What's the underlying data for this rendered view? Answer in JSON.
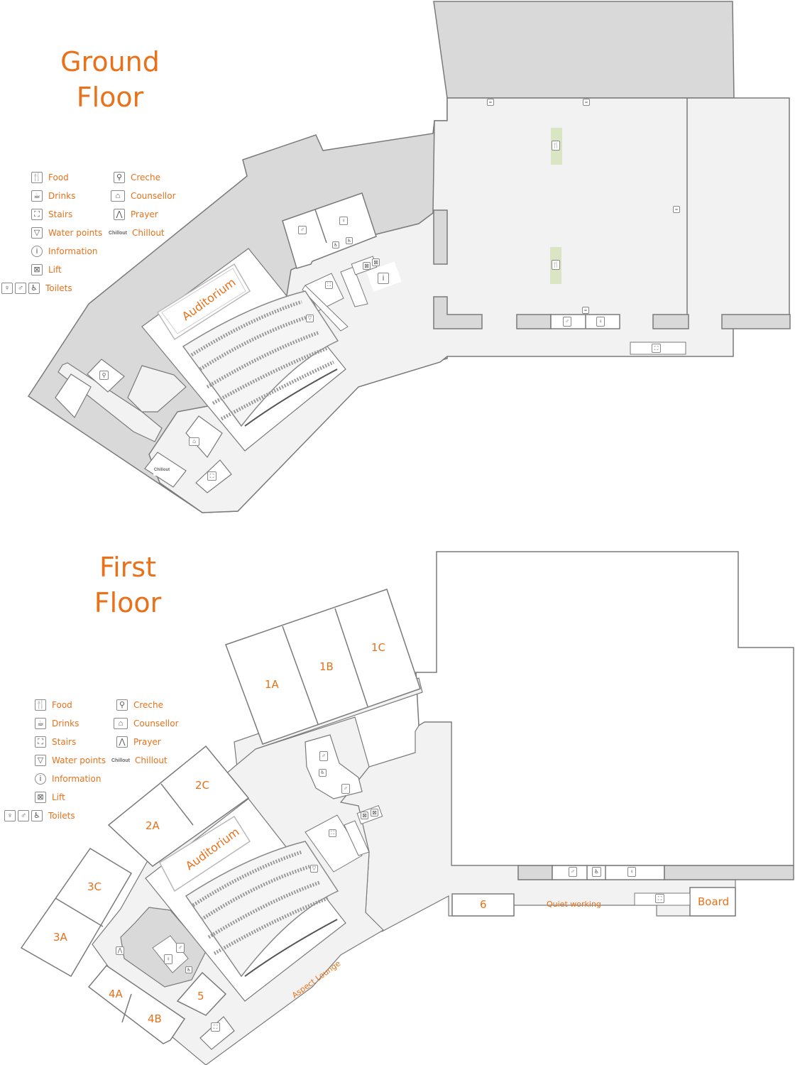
{
  "colors": {
    "accent": "#e8711a",
    "wall": "#7a7a7a",
    "grey_area": "#d9d9d9",
    "circulation": "#f2f2f2",
    "room": "#ffffff",
    "food_zone": "#d9e5c3"
  },
  "ground_floor": {
    "title_line1": "Ground",
    "title_line2": "Floor",
    "legend": {
      "left": [
        {
          "icon": "food-icon",
          "glyph": "🍴",
          "label": "Food"
        },
        {
          "icon": "drinks-icon",
          "glyph": "☕",
          "label": "Drinks"
        },
        {
          "icon": "stairs-icon",
          "glyph": "⛶",
          "label": "Stairs"
        },
        {
          "icon": "water-point-icon",
          "glyph": "▽",
          "label": "Water points"
        },
        {
          "icon": "information-icon",
          "glyph": "i",
          "label": "Information"
        },
        {
          "icon": "lift-icon",
          "glyph": "⊠",
          "label": "Lift"
        },
        {
          "icon": "toilets-icon",
          "glyph": "♀♂♿",
          "label": "Toilets"
        }
      ],
      "right": [
        {
          "icon": "creche-icon",
          "glyph": "⚲",
          "label": "Creche"
        },
        {
          "icon": "counsellor-icon",
          "glyph": "⌂",
          "label": "Counsellor"
        },
        {
          "icon": "prayer-icon",
          "glyph": "⋀",
          "label": "Prayer"
        },
        {
          "icon": "chillout-icon",
          "glyph": "Chillout",
          "label": "Chillout"
        }
      ]
    },
    "rooms": {
      "auditorium": "Auditorium",
      "chillout_badge": "Chillout"
    }
  },
  "first_floor": {
    "title_line1": "First",
    "title_line2": "Floor",
    "legend": {
      "left": [
        {
          "icon": "food-icon",
          "glyph": "🍴",
          "label": "Food"
        },
        {
          "icon": "drinks-icon",
          "glyph": "☕",
          "label": "Drinks"
        },
        {
          "icon": "stairs-icon",
          "glyph": "⛶",
          "label": "Stairs"
        },
        {
          "icon": "water-point-icon",
          "glyph": "▽",
          "label": "Water points"
        },
        {
          "icon": "information-icon",
          "glyph": "i",
          "label": "Information"
        },
        {
          "icon": "lift-icon",
          "glyph": "⊠",
          "label": "Lift"
        },
        {
          "icon": "toilets-icon",
          "glyph": "♀♂♿",
          "label": "Toilets"
        }
      ],
      "right": [
        {
          "icon": "creche-icon",
          "glyph": "⚲",
          "label": "Creche"
        },
        {
          "icon": "counsellor-icon",
          "glyph": "⌂",
          "label": "Counsellor"
        },
        {
          "icon": "prayer-icon",
          "glyph": "⋀",
          "label": "Prayer"
        },
        {
          "icon": "chillout-icon",
          "glyph": "Chillout",
          "label": "Chillout"
        }
      ]
    },
    "rooms": {
      "r1a": "1A",
      "r1b": "1B",
      "r1c": "1C",
      "r2a": "2A",
      "r2c": "2C",
      "r3a": "3A",
      "r3c": "3C",
      "r4a": "4A",
      "r4b": "4B",
      "r5": "5",
      "r6": "6",
      "auditorium": "Auditorium",
      "aspect_lounge": "Aspect Lounge",
      "quiet_working": "Quiet working",
      "board": "Board"
    }
  }
}
